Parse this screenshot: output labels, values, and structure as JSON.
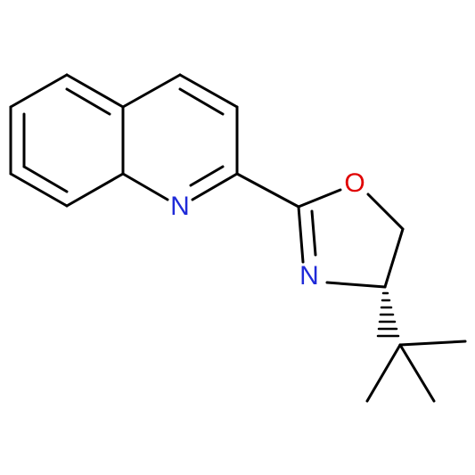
{
  "molecule": {
    "atoms": {
      "quinoline_nitrogen": "N",
      "oxazoline_nitrogen": "N",
      "oxazoline_oxygen": "O"
    },
    "colors": {
      "bond": "#000000",
      "nitrogen": "#1f2ad8",
      "oxygen": "#e00000"
    }
  }
}
